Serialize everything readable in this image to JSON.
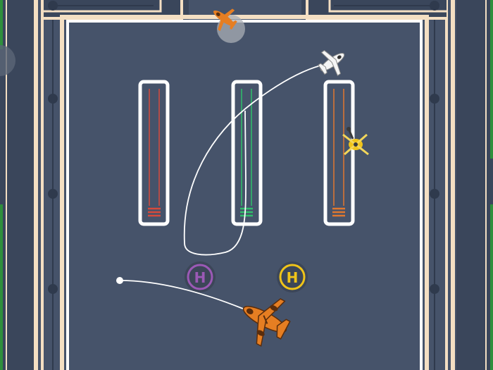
{
  "theme": {
    "tarmac": "#46536a",
    "dark_strip": "#3a465b",
    "cream": "#f4dfc3",
    "white": "#ffffff",
    "grass": "#2f8f3c",
    "node": "#2f3a4d"
  },
  "runways": [
    {
      "id": "red",
      "color": "#d64a3c"
    },
    {
      "id": "green",
      "color": "#2fbf6a"
    },
    {
      "id": "orange",
      "color": "#e0782f"
    }
  ],
  "helipads": [
    {
      "id": "purple",
      "label": "H",
      "color": "#9b59b6"
    },
    {
      "id": "yellow",
      "label": "H",
      "color": "#f0c419"
    }
  ],
  "aircraft": [
    {
      "id": "orange-plane-top",
      "icon": "orange-airplane-icon",
      "color": "#e67e22"
    },
    {
      "id": "white-plane",
      "icon": "white-airplane-icon",
      "color": "#ffffff"
    },
    {
      "id": "yellow-helicopter",
      "icon": "yellow-helicopter-icon",
      "color": "#f0c419"
    },
    {
      "id": "orange-jumbo",
      "icon": "orange-jumbo-jet-icon",
      "color": "#e67e22"
    }
  ]
}
